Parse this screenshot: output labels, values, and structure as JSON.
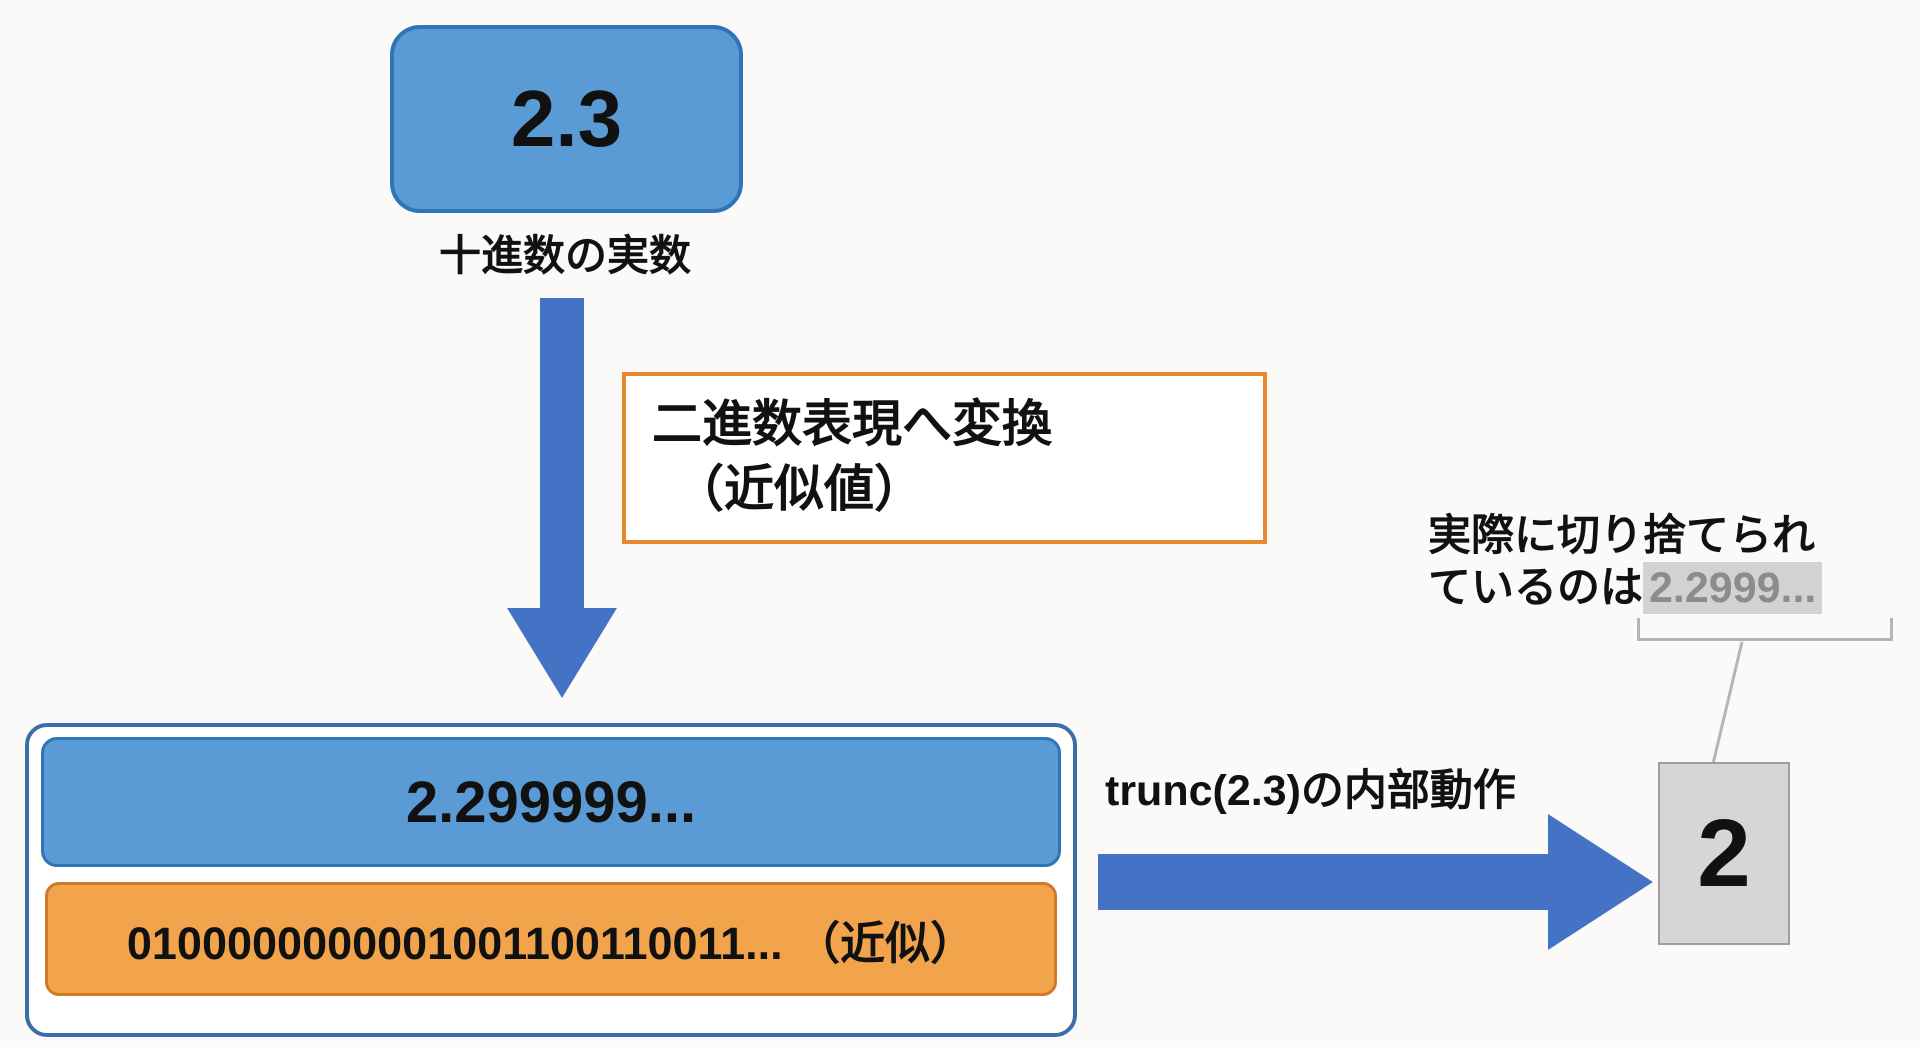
{
  "colors": {
    "box_blue": "#5b9bd5",
    "box_blue_border": "#2e75b6",
    "arrow_blue": "#4472c4",
    "orange_fill": "#f2a44c",
    "orange_border": "#e8882f",
    "gray_fill": "#d6d6d6",
    "gray_highlight_text": "#8c8c8c",
    "text": "#111111"
  },
  "diagram": {
    "decimal_box": {
      "value": "2.3",
      "label": "十進数の実数"
    },
    "convert_note": {
      "line1": "二進数表現へ変換",
      "line2": "（近似値）"
    },
    "annotation": {
      "line1": "実際に切り捨てられ",
      "line2_prefix": "ているのは",
      "line2_highlight": "2.2999..."
    },
    "binary_group": {
      "approx_value": "2.299999...",
      "binary_value": "0100000000001001100110011... （近似）"
    },
    "trunc_label": "trunc(2.3)の内部動作",
    "result_box": {
      "value": "2"
    }
  }
}
